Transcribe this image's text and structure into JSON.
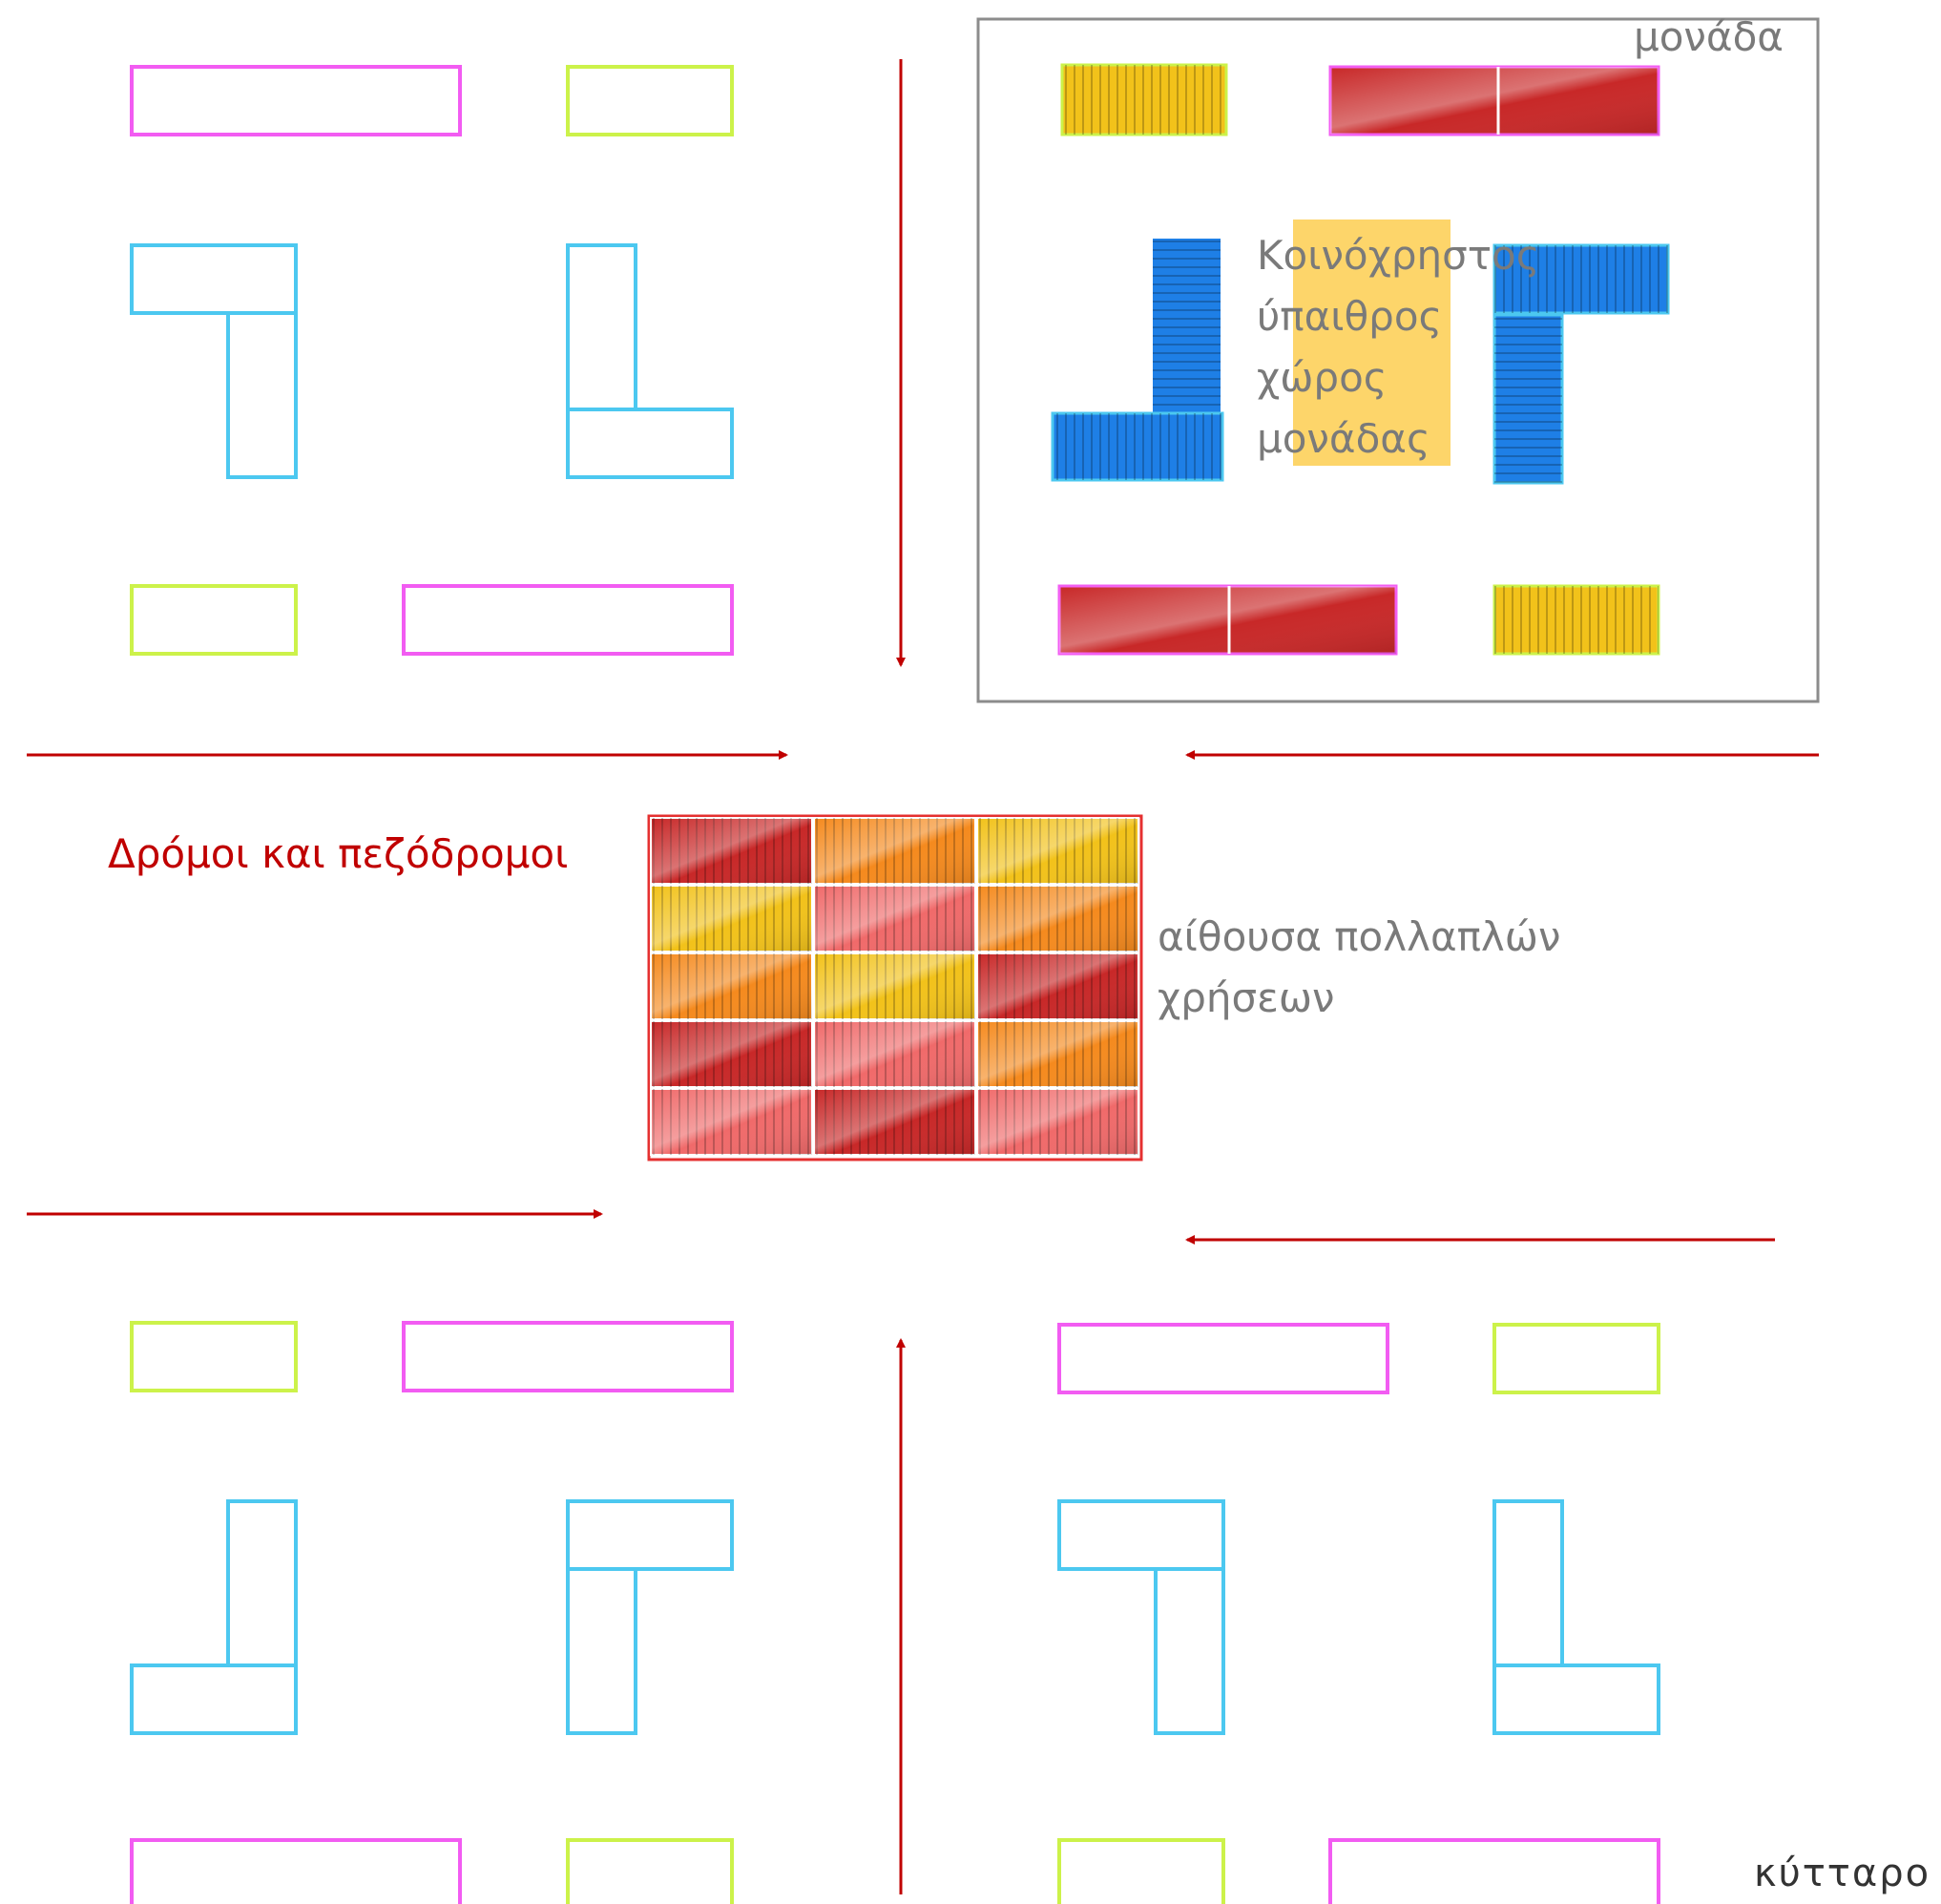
{
  "colors": {
    "magenta": "#f25cf2",
    "lime": "#ccf24a",
    "cyan": "#4cc8f0",
    "road_arrow": "#c00000",
    "road_label": "#c00000",
    "frame": "#8c8c8c",
    "text_grey": "#7a7a7a",
    "shared_yard": "#fdd56a",
    "container_red": "#c82828",
    "container_yellow": "#f2c21a",
    "container_orange": "#f58a1e",
    "container_blue": "#1e7fe6"
  },
  "labels": {
    "unit": "μονάδα",
    "shared_yard": "Κοινόχρηστος ύπαιθρος χώρος μονάδας",
    "roads": "Δρόμοι και πεζόδρομοι",
    "multipurpose_hall": "αίθουσα πολλαπλών χρήσεων",
    "cell": "κύτταρο"
  },
  "hall_grid": {
    "columns": 3,
    "rows": 5,
    "container_colors": [
      [
        "red",
        "orange",
        "yellow"
      ],
      [
        "yellow",
        "light-red",
        "orange"
      ],
      [
        "orange",
        "yellow",
        "red"
      ],
      [
        "red",
        "light-red",
        "orange"
      ],
      [
        "light-red",
        "red",
        "light-red"
      ]
    ]
  }
}
